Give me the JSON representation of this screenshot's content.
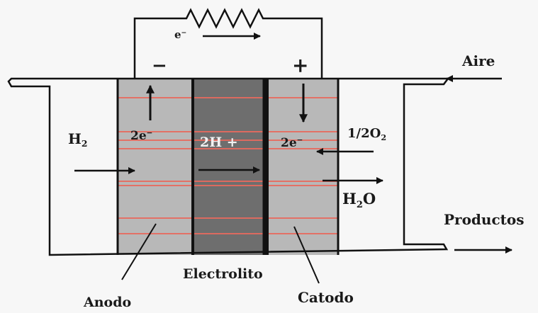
{
  "labels": {
    "electron": "e",
    "electron_charge": "−",
    "minus_sign": "−",
    "plus_sign": "+",
    "aire": "Aire",
    "h2_base": "H",
    "h2_sub": "2",
    "anode_2e": "2e",
    "anode_2e_charge": "−",
    "protons": "2H +",
    "cathode_2e": "2e",
    "cathode_2e_charge": "−",
    "o2_base": "1/2O",
    "o2_sub": "2",
    "h2o_h": "H",
    "h2o_sub": "2",
    "h2o_o": "O",
    "productos": "Productos",
    "electrolito": "Electrolito",
    "anodo": "Anodo",
    "catodo": "Catodo"
  },
  "colors": {
    "background": "#f7f7f7",
    "electrode": "#b8b8b8",
    "electrolyte": "#6e6e6e",
    "stripe": "#e86a5e",
    "line": "#111111"
  },
  "icons": {
    "resistor": "resistor-zigzag",
    "arrow": "arrow-right"
  }
}
